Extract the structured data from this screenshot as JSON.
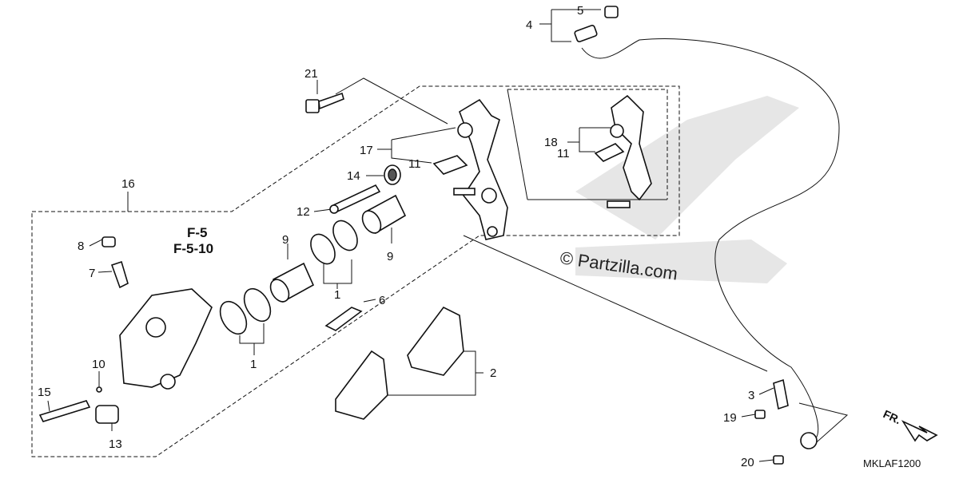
{
  "diagram": {
    "callouts": [
      {
        "id": "c21",
        "text": "21"
      },
      {
        "id": "c16",
        "text": "16"
      },
      {
        "id": "c5",
        "text": "5"
      },
      {
        "id": "c4",
        "text": "4"
      },
      {
        "id": "c17",
        "text": "17"
      },
      {
        "id": "c11a",
        "text": "11"
      },
      {
        "id": "c18",
        "text": "18"
      },
      {
        "id": "c11b",
        "text": "11"
      },
      {
        "id": "c14",
        "text": "14"
      },
      {
        "id": "c12",
        "text": "12"
      },
      {
        "id": "c9a",
        "text": "9"
      },
      {
        "id": "c9b",
        "text": "9"
      },
      {
        "id": "c8",
        "text": "8"
      },
      {
        "id": "c7",
        "text": "7"
      },
      {
        "id": "c1a",
        "text": "1"
      },
      {
        "id": "c6",
        "text": "6"
      },
      {
        "id": "c1b",
        "text": "1"
      },
      {
        "id": "c2",
        "text": "2"
      },
      {
        "id": "c10",
        "text": "10"
      },
      {
        "id": "c15",
        "text": "15"
      },
      {
        "id": "c13",
        "text": "13"
      },
      {
        "id": "c3",
        "text": "3"
      },
      {
        "id": "c19",
        "text": "19"
      },
      {
        "id": "c20",
        "text": "20"
      }
    ],
    "reference_1": "F-5",
    "reference_2": "F-5-10",
    "watermark": "© Partzilla.com",
    "front_indicator": "FR.",
    "diagram_code": "MKLAF1200"
  }
}
